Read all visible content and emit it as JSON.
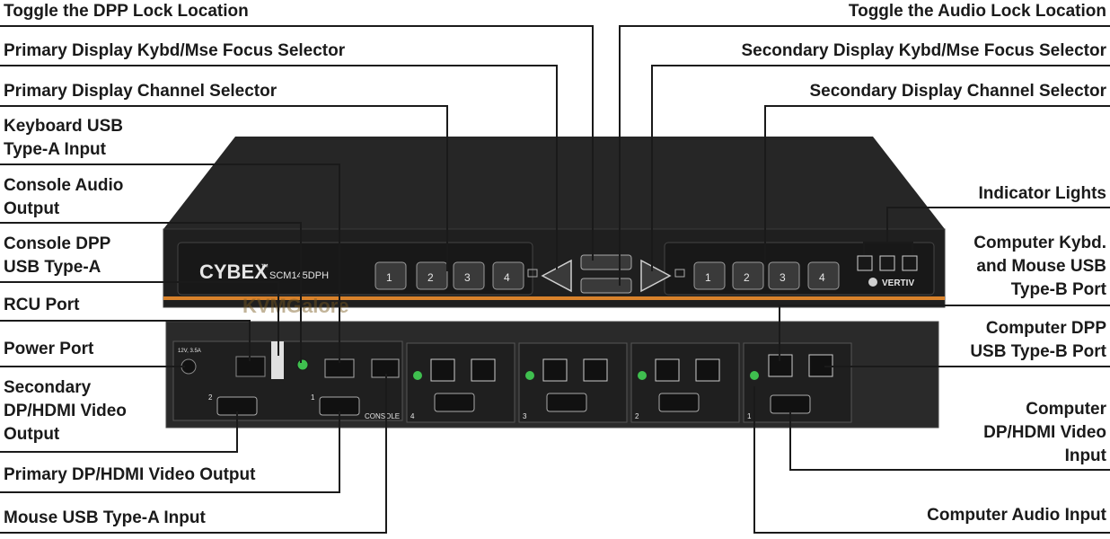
{
  "labels": {
    "toggle_dpp_lock": "Toggle the DPP Lock Location",
    "primary_kybd_focus": "Primary Display Kybd/Mse Focus Selector",
    "primary_channel_selector": "Primary  Display Channel Selector",
    "keyboard_usb_input": "Keyboard USB\nType-A Input",
    "console_audio_output": "Console Audio\nOutput",
    "console_dpp_usb": "Console DPP\nUSB Type-A",
    "rcu_port": "RCU Port",
    "power_port": "Power Port",
    "secondary_video_output": "Secondary\nDP/HDMI Video\nOutput",
    "primary_video_output": "Primary DP/HDMI Video Output",
    "mouse_usb_input": "Mouse USB Type-A Input",
    "toggle_audio_lock": "Toggle the Audio Lock Location",
    "secondary_kybd_focus": "Secondary Display Kybd/Mse Focus Selector",
    "secondary_channel_selector": "Secondary  Display Channel Selector",
    "indicator_lights": "Indicator Lights",
    "computer_kybd_mouse_usb": "Computer Kybd.\nand Mouse USB\nType-B  Port",
    "computer_dpp_usb": "Computer DPP\nUSB Type-B  Port",
    "computer_video_input": "Computer\nDP/HDMI Video\nInput",
    "computer_audio_input": "Computer Audio Input"
  },
  "device": {
    "brand": "CYBEX",
    "brand_mark": "™",
    "model": "SCM145DPH",
    "vendor": "VERTIV",
    "watermark": "KVMGalore",
    "front_channels": [
      "1",
      "2",
      "3",
      "4"
    ],
    "rear_console_label": "CONSOLE",
    "rear_port_numbers": [
      "4",
      "3",
      "2",
      "1"
    ],
    "power_spec": "12V, 3.5A",
    "video_out_numbers": [
      "2",
      "1"
    ]
  },
  "colors": {
    "chassis": "#2b2b2b",
    "panel": "#1e1e1e",
    "accent_orange": "#d9822b",
    "leader_line": "#1a1a1a",
    "audio_green": "#3fbf4f"
  }
}
